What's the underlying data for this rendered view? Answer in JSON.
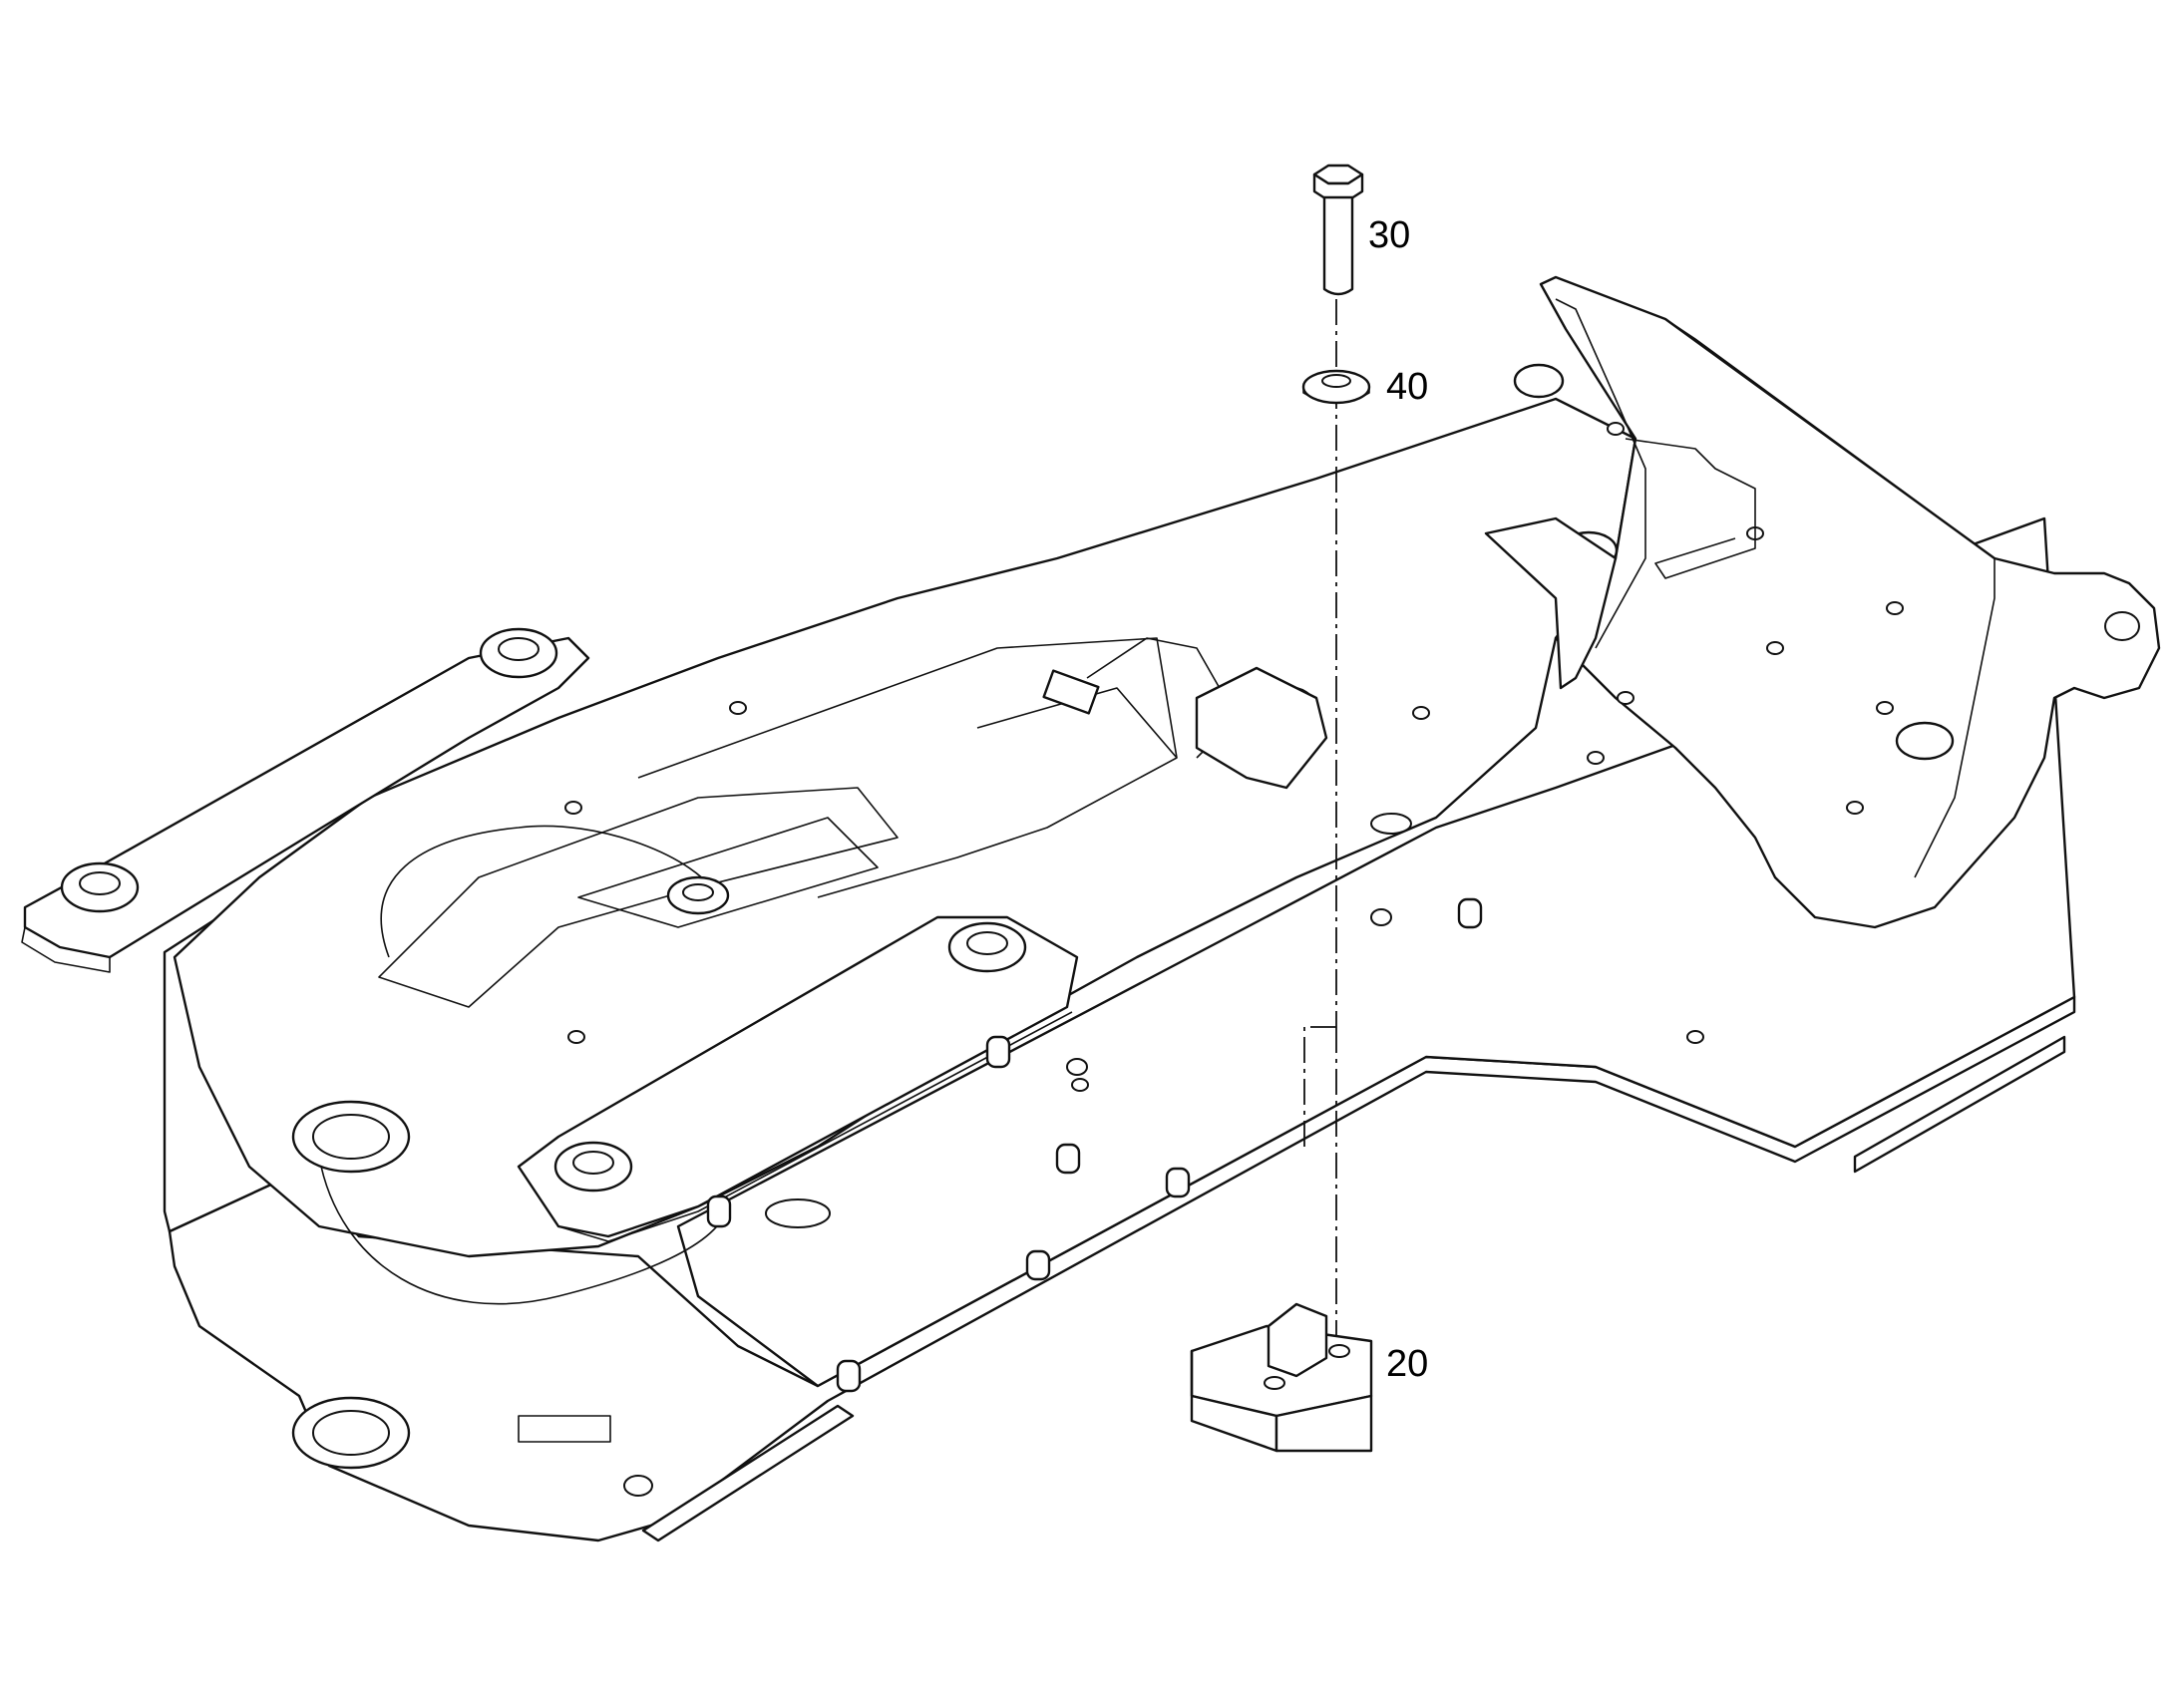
{
  "callouts": {
    "bolt": "30",
    "washer": "40",
    "counterweight_block": "20"
  }
}
